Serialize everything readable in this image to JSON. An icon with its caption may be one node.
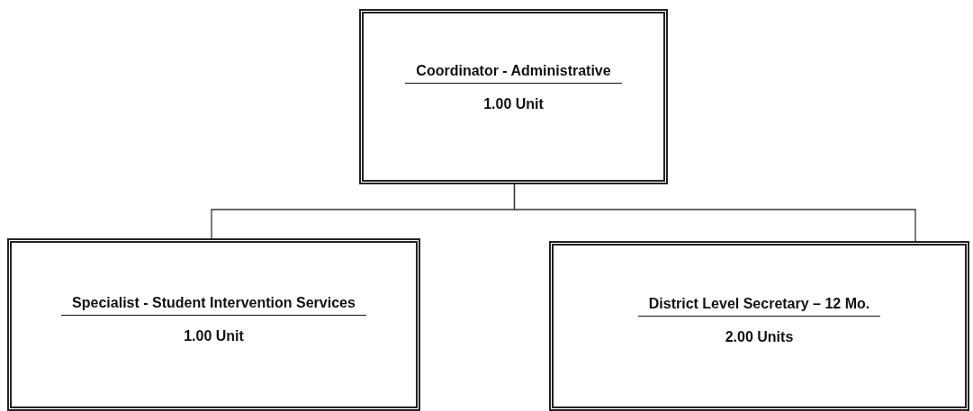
{
  "diagram": {
    "nodes": [
      {
        "text": [
          "Coordinator - Administrative",
          "1.00 Unit"
        ]
      },
      {
        "text": [
          "Specialist - Student Intervention Services",
          "1.00 Unit"
        ]
      },
      {
        "text": [
          "District Level Secretary – 12 Mo.",
          "2.00 Units"
        ]
      }
    ],
    "edges": [
      {
        "from": 0,
        "to": 1,
        "arrow": "none"
      },
      {
        "from": 0,
        "to": 2,
        "arrow": "none"
      }
    ]
  }
}
